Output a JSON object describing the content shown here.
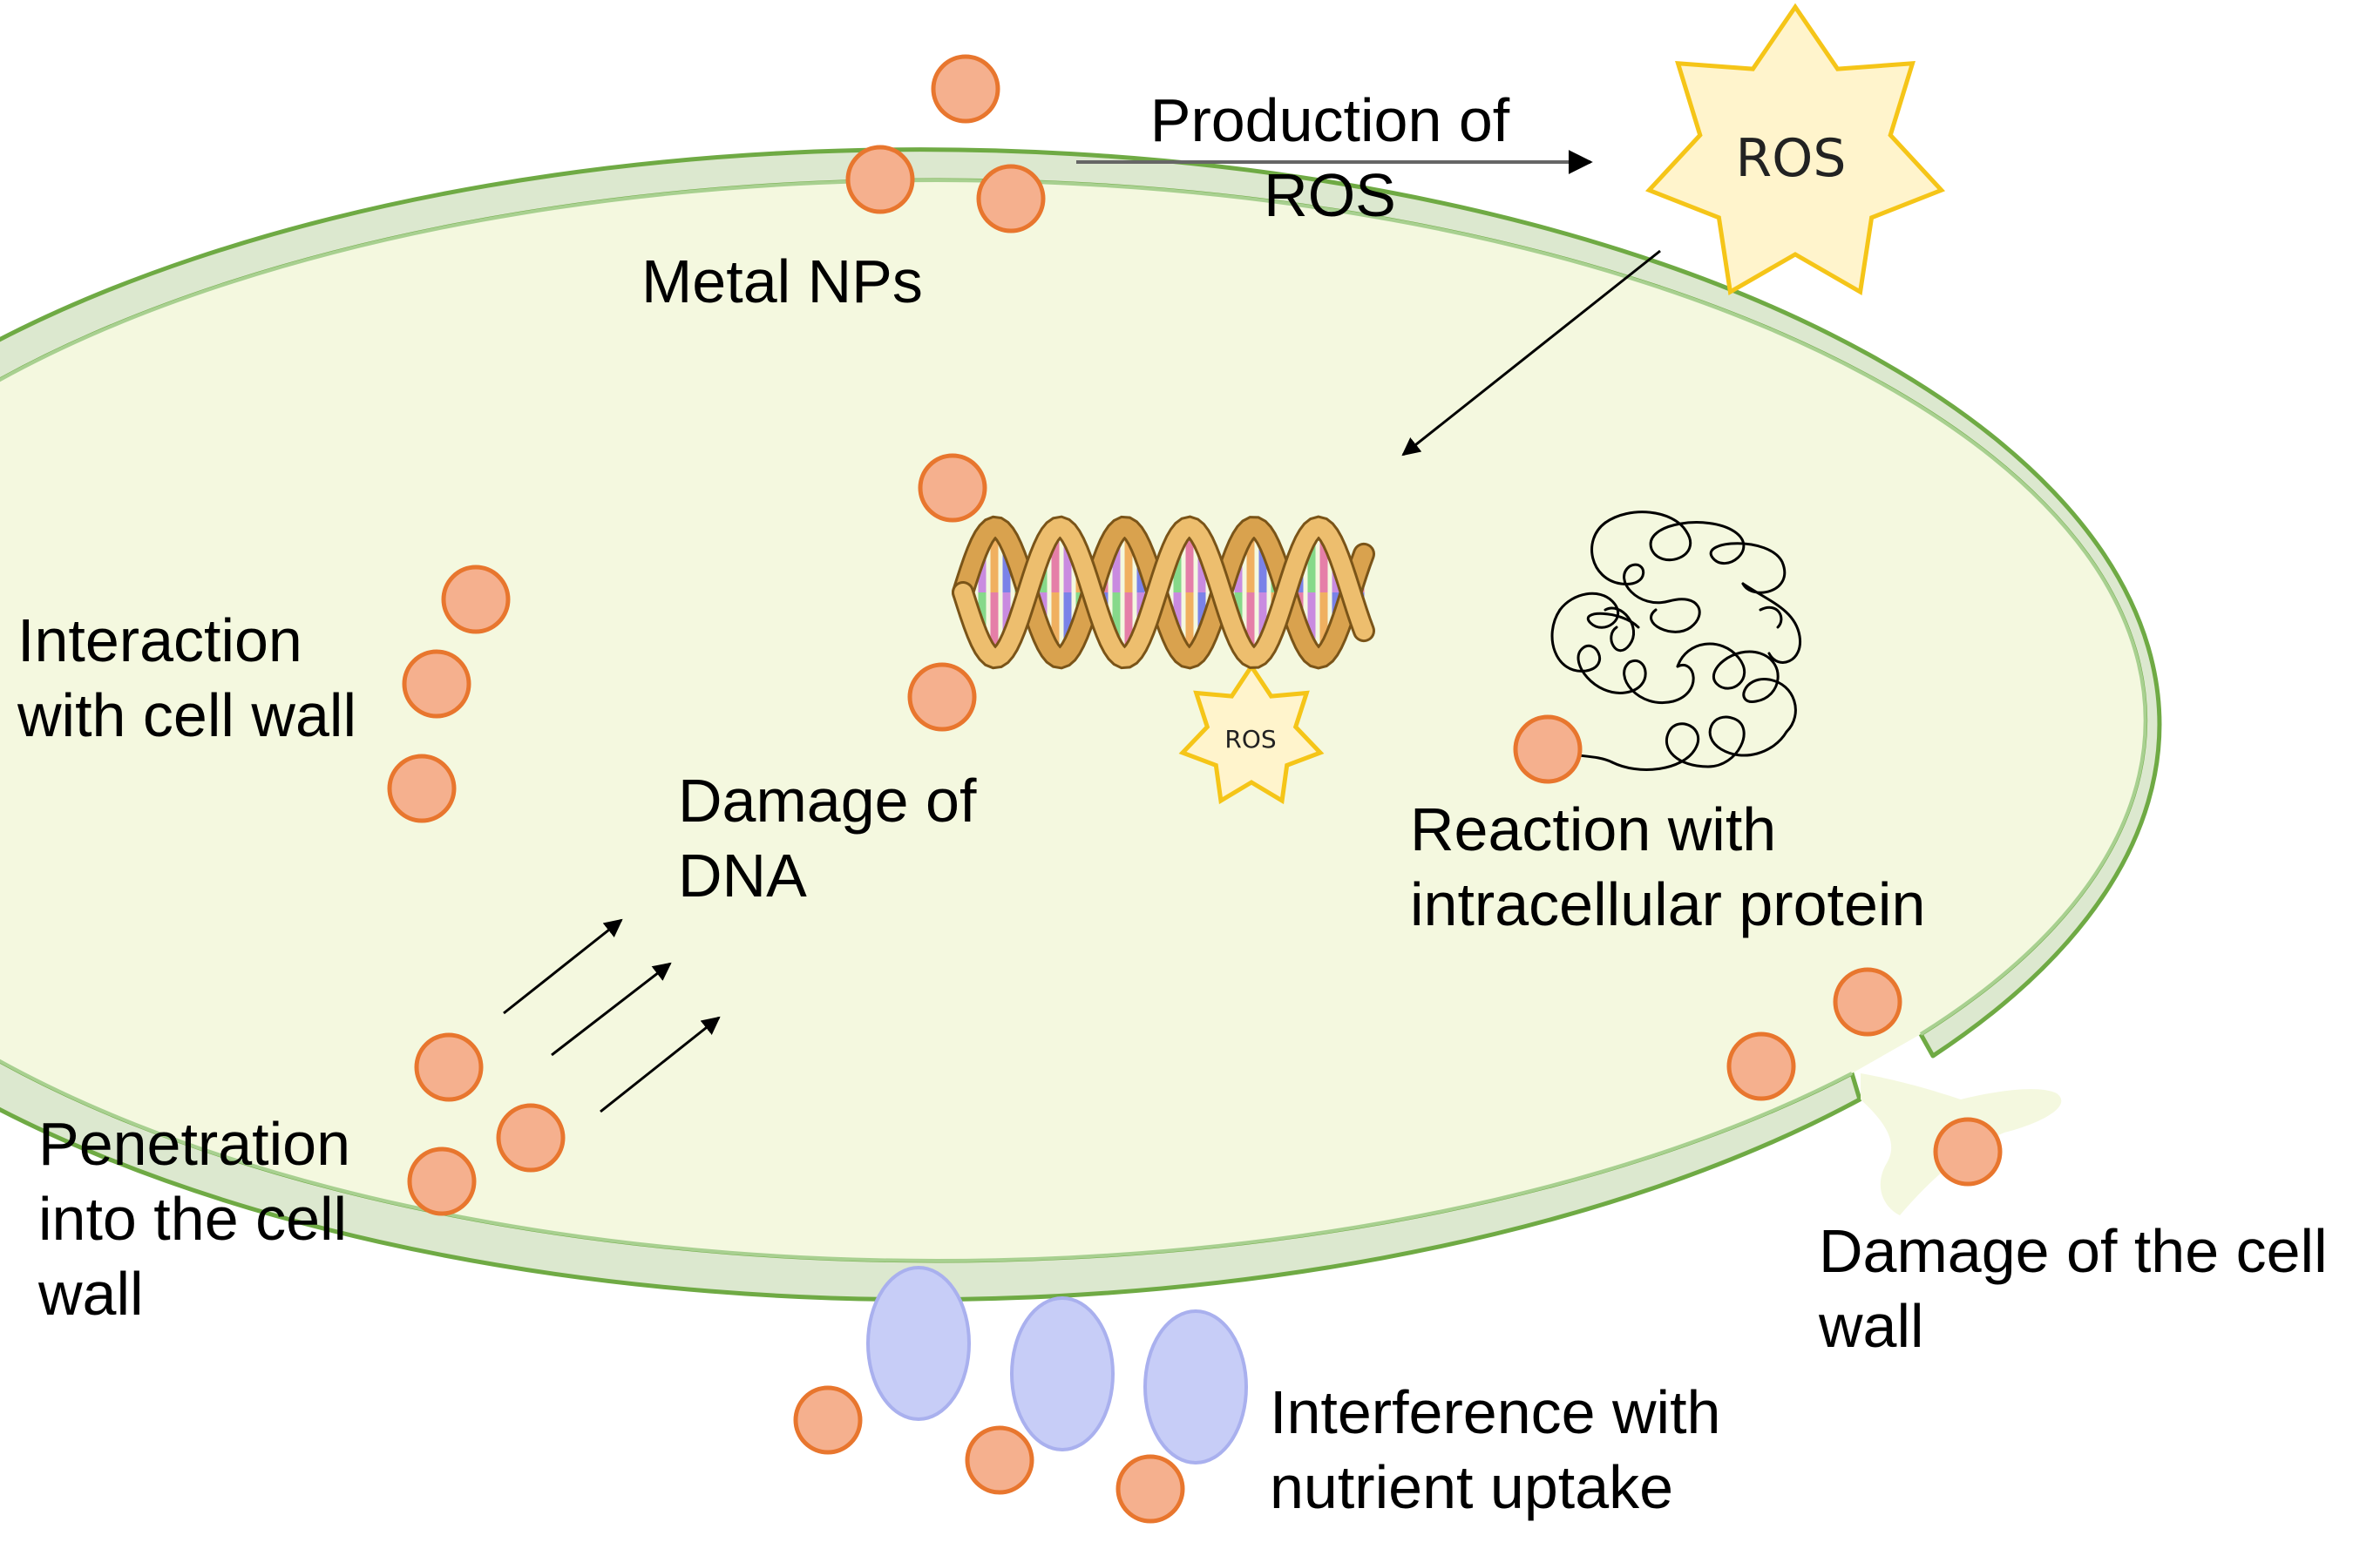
{
  "labels": {
    "metal_nps": "Metal NPs",
    "production_of_ros": [
      "Production of",
      "ROS"
    ],
    "ros_large": "ROS",
    "ros_small": "ROS",
    "interaction": [
      "Interaction",
      "with cell wall"
    ],
    "damage_dna": [
      "Damage of",
      "DNA"
    ],
    "reaction_protein": [
      "Reaction with",
      "intracellular protein"
    ],
    "penetration": [
      "Penetration",
      "into the cell",
      "wall"
    ],
    "damage_wall": [
      "Damage of the cell",
      "wall"
    ],
    "nutrient": [
      "Interference with",
      "nutrient uptake"
    ]
  },
  "colors": {
    "nanoparticle_fill": "#F5B08E",
    "nanoparticle_stroke": "#E8762E",
    "cell_wall_fill": "#DCE8CF",
    "cell_outline": "#6FAA44",
    "cytoplasm": "#F4F8DF",
    "ros_fill": "#FFF4CC",
    "ros_stroke": "#F5C518",
    "nutrient_fill": "#C7CDF7",
    "nutrient_stroke": "#A9B0EE",
    "dna_backbone": "#E8B15C",
    "arrow": "#000000",
    "process_arrow": "#666666"
  },
  "icons": [
    "nanoparticle",
    "ros-star",
    "dna-helix",
    "protein-coil",
    "nutrient-particle",
    "arrow"
  ]
}
